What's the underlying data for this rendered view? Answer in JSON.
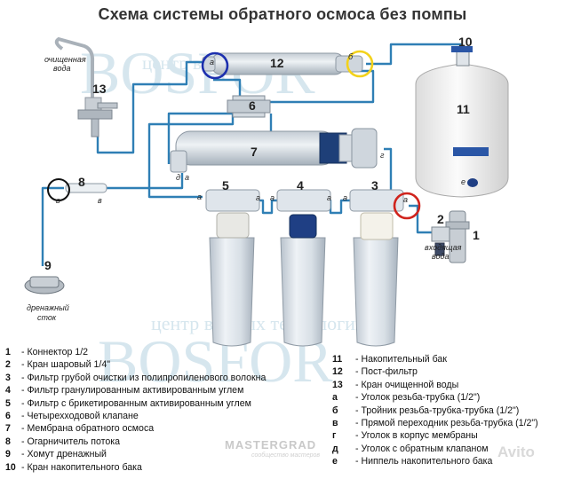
{
  "title": "Схема системы обратного осмоса без помпы",
  "watermark": {
    "brand": "BOSFOR",
    "center_text": "центр водных технологий",
    "credit": "MASTERGRAD",
    "credit_sub": "сообщество мастеров",
    "avito": "Avito"
  },
  "callouts": {
    "n1": "1",
    "n2": "2",
    "n3": "3",
    "n4": "4",
    "n5": "5",
    "n6": "6",
    "n7": "7",
    "n8": "8",
    "n9": "9",
    "n10": "10",
    "n11": "11",
    "n12": "12",
    "n13": "13"
  },
  "captions": {
    "clean_water_1": "очищенная",
    "clean_water_2": "вода",
    "inlet_1": "входящая",
    "inlet_2": "вода",
    "drain_1": "дренажный",
    "drain_2": "сток"
  },
  "fitting_letters": {
    "a": "а",
    "b": "б",
    "v": "в",
    "g": "г",
    "d": "д",
    "e": "е"
  },
  "legend_left": [
    {
      "num": "1",
      "text": "- Коннектор 1/2"
    },
    {
      "num": "2",
      "text": "- Кран шаровый 1/4\""
    },
    {
      "num": "3",
      "text": "- Фильтр грубой очистки  из полипропиленового волокна"
    },
    {
      "num": "4",
      "text": "- Фильтр гранулированным активированным углем"
    },
    {
      "num": "5",
      "text": "- Фильтр с брикетированным активированным углем"
    },
    {
      "num": "6",
      "text": "- Четырехходовой клапане"
    },
    {
      "num": "7",
      "text": "- Мембрана обратного осмоса"
    },
    {
      "num": "8",
      "text": "- Огарничитель потока"
    },
    {
      "num": "9",
      "text": "- Хомут дренажный"
    },
    {
      "num": "10",
      "text": "- Кран накопительного бака"
    }
  ],
  "legend_right": [
    {
      "num": "11",
      "text": "- Накопительный бак"
    },
    {
      "num": "12",
      "text": "- Пост-фильтр"
    },
    {
      "num": "13",
      "text": "- Кран очищенной воды"
    },
    {
      "num": "а",
      "text": "- Уголок резьба-трубка (1/2\")"
    },
    {
      "num": "б",
      "text": "- Тройник резьба-трубка-трубка (1/2\")"
    },
    {
      "num": "в",
      "text": "- Прямой переходник резьба-трубка (1/2\")"
    },
    {
      "num": "г",
      "text": "- Уголок в корпус мембраны"
    },
    {
      "num": "д",
      "text": "- Уголок с обратным клапаном"
    },
    {
      "num": "е",
      "text": "- Ниппель накопительного бака"
    }
  ],
  "colors": {
    "tube": "#2f7fb5",
    "housing": "#dde3ea",
    "housing_edge": "#9aa6b2",
    "circle_blue": "#1c2fae",
    "circle_yellow": "#f3d21b",
    "circle_red": "#d0241d",
    "tank": "#f2f2f2",
    "watermark": "#d6e6ee"
  }
}
